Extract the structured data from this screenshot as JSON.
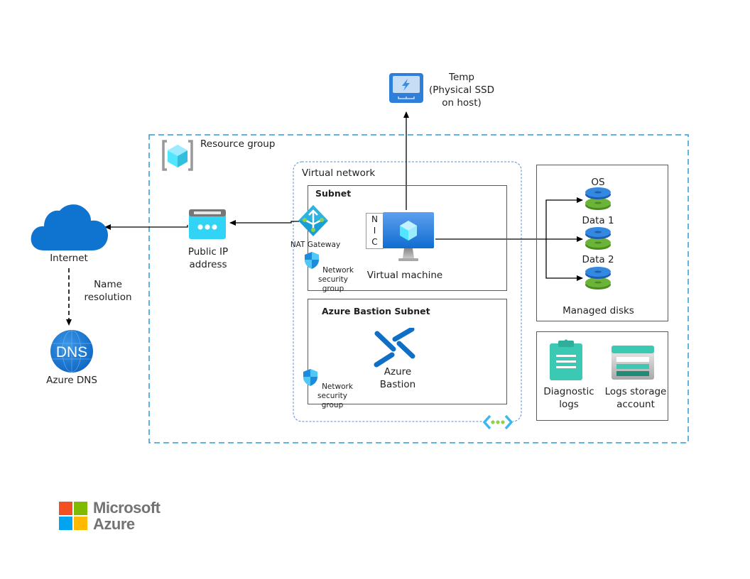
{
  "title": "Azure VM baseline architecture",
  "temp_disk": {
    "label_line1": "Temp",
    "label_line2": "(Physical SSD",
    "label_line3": "on host)"
  },
  "resource_group": {
    "label": "Resource group"
  },
  "virtual_network": {
    "label": "Virtual network"
  },
  "subnet": {
    "label": "Subnet",
    "nat_gateway": "NAT Gateway",
    "nsg_line1": "Network",
    "nsg_line2": "security group",
    "nic_letters": [
      "N",
      "I",
      "C"
    ],
    "vm_label": "Virtual machine"
  },
  "bastion_subnet": {
    "label": "Azure Bastion Subnet",
    "bastion_line1": "Azure",
    "bastion_line2": "Bastion",
    "nsg_line1": "Network",
    "nsg_line2": "security group"
  },
  "managed_disks": {
    "label": "Managed disks",
    "disks": [
      "OS",
      "Data 1",
      "Data 2"
    ]
  },
  "logs": {
    "diagnostic_line1": "Diagnostic",
    "diagnostic_line2": "logs",
    "storage_line1": "Logs storage",
    "storage_line2": "account"
  },
  "public_ip": {
    "line1": "Public IP",
    "line2": "address"
  },
  "internet": {
    "label": "Internet"
  },
  "name_resolution": {
    "line1": "Name",
    "line2": "resolution"
  },
  "azure_dns": {
    "label": "Azure DNS",
    "icon_text": "DNS"
  },
  "brand": {
    "line1": "Microsoft",
    "line2": "Azure"
  },
  "colors": {
    "azure_blue": "#0078d4",
    "dashed_border": "#2e9bd6",
    "vnet_border": "#5b8fd1",
    "disk_blue": "#2f7fd8",
    "disk_green": "#5fa82b",
    "teal": "#3cc9b4"
  }
}
